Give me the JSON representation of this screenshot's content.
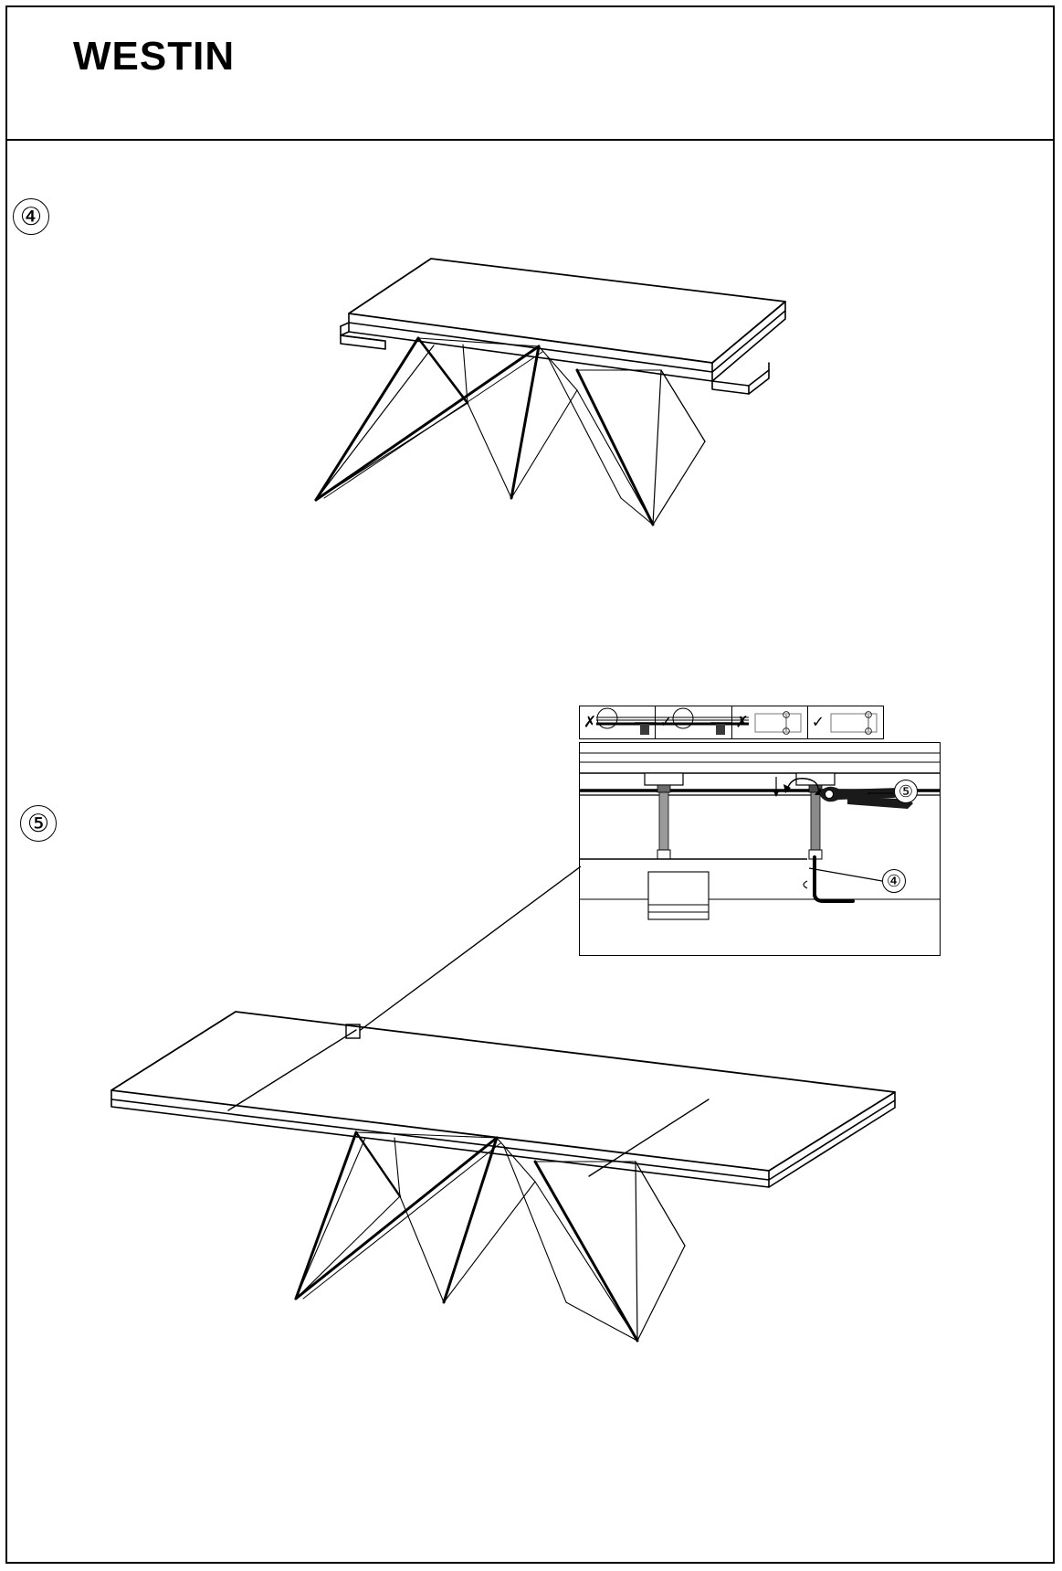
{
  "document": {
    "brand": "WESTIN",
    "type": "furniture-assembly-instructions",
    "product": "extendable dining table"
  },
  "steps": [
    {
      "id": "step-4",
      "number": "④",
      "label": "4"
    },
    {
      "id": "step-5",
      "number": "⑤",
      "label": "5"
    }
  ],
  "detail_inset": {
    "compare_strip": {
      "cells": [
        {
          "mark": "✗",
          "icon": "rail-misaligned-side-view"
        },
        {
          "mark": "✓",
          "icon": "rail-aligned-side-view"
        },
        {
          "mark": "✗",
          "icon": "bracket-holes-offset-top-view"
        },
        {
          "mark": "✓",
          "icon": "bracket-holes-aligned-top-view"
        }
      ]
    },
    "callouts": [
      {
        "ref": "⑤",
        "target": "locking-pin-tighten"
      },
      {
        "ref": "④",
        "target": "hook-latch"
      }
    ],
    "annotations": {
      "down_arrow": "↓",
      "rotate_arrow": "↺",
      "tool": "wrench"
    }
  },
  "figures": [
    {
      "name": "table-closed",
      "caption_ref": "④",
      "description": "Dining table shown closed with cross-frame metal legs"
    },
    {
      "name": "table-extended",
      "caption_ref": "⑤",
      "description": "Dining table shown fully extended with both leaves open"
    }
  ],
  "colors": {
    "line": "#000000",
    "background": "#ffffff",
    "metal_fill": "#5c5c5c",
    "light_fill": "#d8d8d8"
  }
}
